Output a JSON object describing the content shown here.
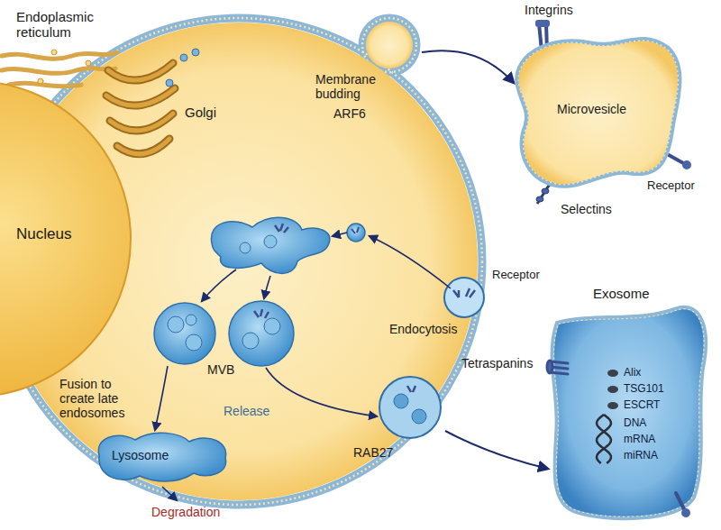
{
  "diagram": {
    "nodes": [
      {
        "text": [
          "Nucleus"
        ]
      },
      {
        "text": [
          "Lysosome"
        ]
      },
      {
        "text": [
          "Microvesicle"
        ]
      },
      {
        "text": [
          "Exosome",
          "Alix",
          "TSG101",
          "ESCRT",
          "DNA",
          "mRNA",
          "miRNA"
        ]
      }
    ],
    "labels": [
      "Endoplasmic reticulum",
      "Golgi",
      "Membrane budding",
      "ARF6",
      "Integrins",
      "Receptor",
      "Selectins",
      "Receptor",
      "Endocytosis",
      "Fusion to create late endosomes",
      "MVB",
      "Release",
      "Degradation",
      "RAB27",
      "Tetraspanins"
    ]
  }
}
